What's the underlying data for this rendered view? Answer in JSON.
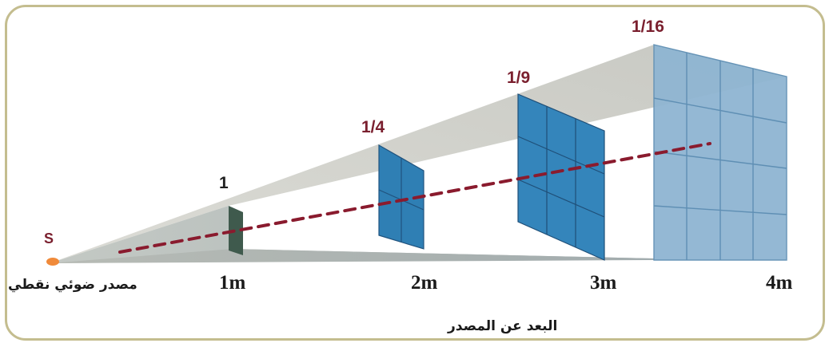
{
  "diagram": {
    "source_label": "S",
    "source_caption": "مصدر ضوئي نقطي",
    "axis_caption": "البعد عن المصدر",
    "screens": [
      {
        "intensity": "1",
        "distance": "1m"
      },
      {
        "intensity": "1/4",
        "distance": "2m"
      },
      {
        "intensity": "1/9",
        "distance": "3m"
      },
      {
        "intensity": "1/16",
        "distance": "4m"
      }
    ],
    "colors": {
      "frame": "#c4bd8f",
      "source": "#f08a3a",
      "beam_line": "#8a1b2e",
      "tile": "#3d7fb6"
    }
  }
}
